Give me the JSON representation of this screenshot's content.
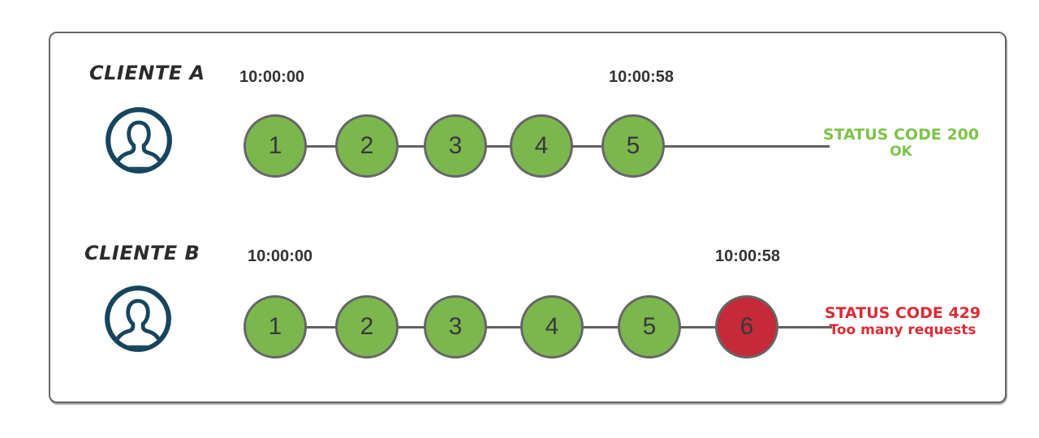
{
  "diagram": {
    "rows": [
      {
        "client": "CLIENTE A",
        "start_time": "10:00:00",
        "end_time": "10:00:58",
        "requests": [
          {
            "n": "1",
            "status": "ok"
          },
          {
            "n": "2",
            "status": "ok"
          },
          {
            "n": "3",
            "status": "ok"
          },
          {
            "n": "4",
            "status": "ok"
          },
          {
            "n": "5",
            "status": "ok"
          }
        ],
        "status_code_line": "STATUS CODE 200",
        "status_desc_line": "OK",
        "status_type": "success"
      },
      {
        "client": "CLIENTE B",
        "start_time": "10:00:00",
        "end_time": "10:00:58",
        "requests": [
          {
            "n": "1",
            "status": "ok"
          },
          {
            "n": "2",
            "status": "ok"
          },
          {
            "n": "3",
            "status": "ok"
          },
          {
            "n": "4",
            "status": "ok"
          },
          {
            "n": "5",
            "status": "ok"
          },
          {
            "n": "6",
            "status": "blocked"
          }
        ],
        "status_code_line": "STATUS CODE 429",
        "status_desc_line": "Too many requests",
        "status_type": "error"
      }
    ],
    "colors": {
      "request_ok": "#7CB74E",
      "request_blocked": "#C5293A",
      "connector": "#616161",
      "status_success_text": "#7CC348",
      "status_error_text": "#DA2C35",
      "avatar": "#17455E"
    },
    "icons": {
      "avatar": "person-avatar-icon"
    }
  }
}
